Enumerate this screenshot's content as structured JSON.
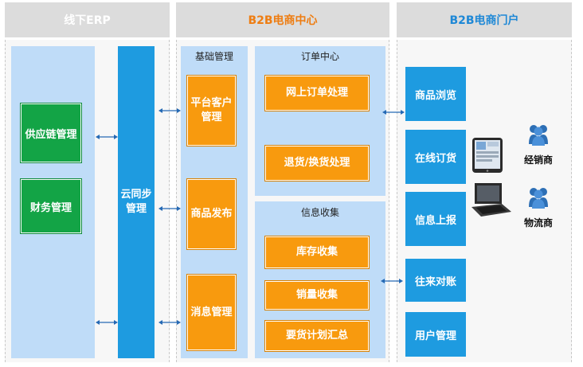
{
  "columns": {
    "erp": {
      "title": "线下ERP"
    },
    "b2b_center": {
      "title": "B2B电商中心"
    },
    "b2b_portal": {
      "title": "B2B电商门户"
    }
  },
  "erp": {
    "modules": [
      "供应链管理",
      "财务管理"
    ],
    "cloud_sync": "云同步\n管理"
  },
  "center": {
    "base": {
      "title": "基础管理",
      "items": [
        "平台客户\n管理",
        "商品发布",
        "消息管理"
      ]
    },
    "order": {
      "title": "订单中心",
      "items": [
        "网上订单处理",
        "退货/换货处理"
      ]
    },
    "info": {
      "title": "信息收集",
      "items": [
        "库存收集",
        "销量收集",
        "要货计划汇总"
      ]
    }
  },
  "portal": {
    "items": [
      "商品浏览",
      "在线订货",
      "信息上报",
      "往来对账",
      "用户管理"
    ]
  },
  "roles": [
    "经销商",
    "物流商"
  ],
  "colors": {
    "blue": "#1e9be0",
    "light_blue": "#bfdcf8",
    "green": "#13a446",
    "orange": "#f89a0e",
    "header_orange": "#ee7d12",
    "header_blue": "#1e88d6",
    "header_gray": "#dcdcdc"
  }
}
